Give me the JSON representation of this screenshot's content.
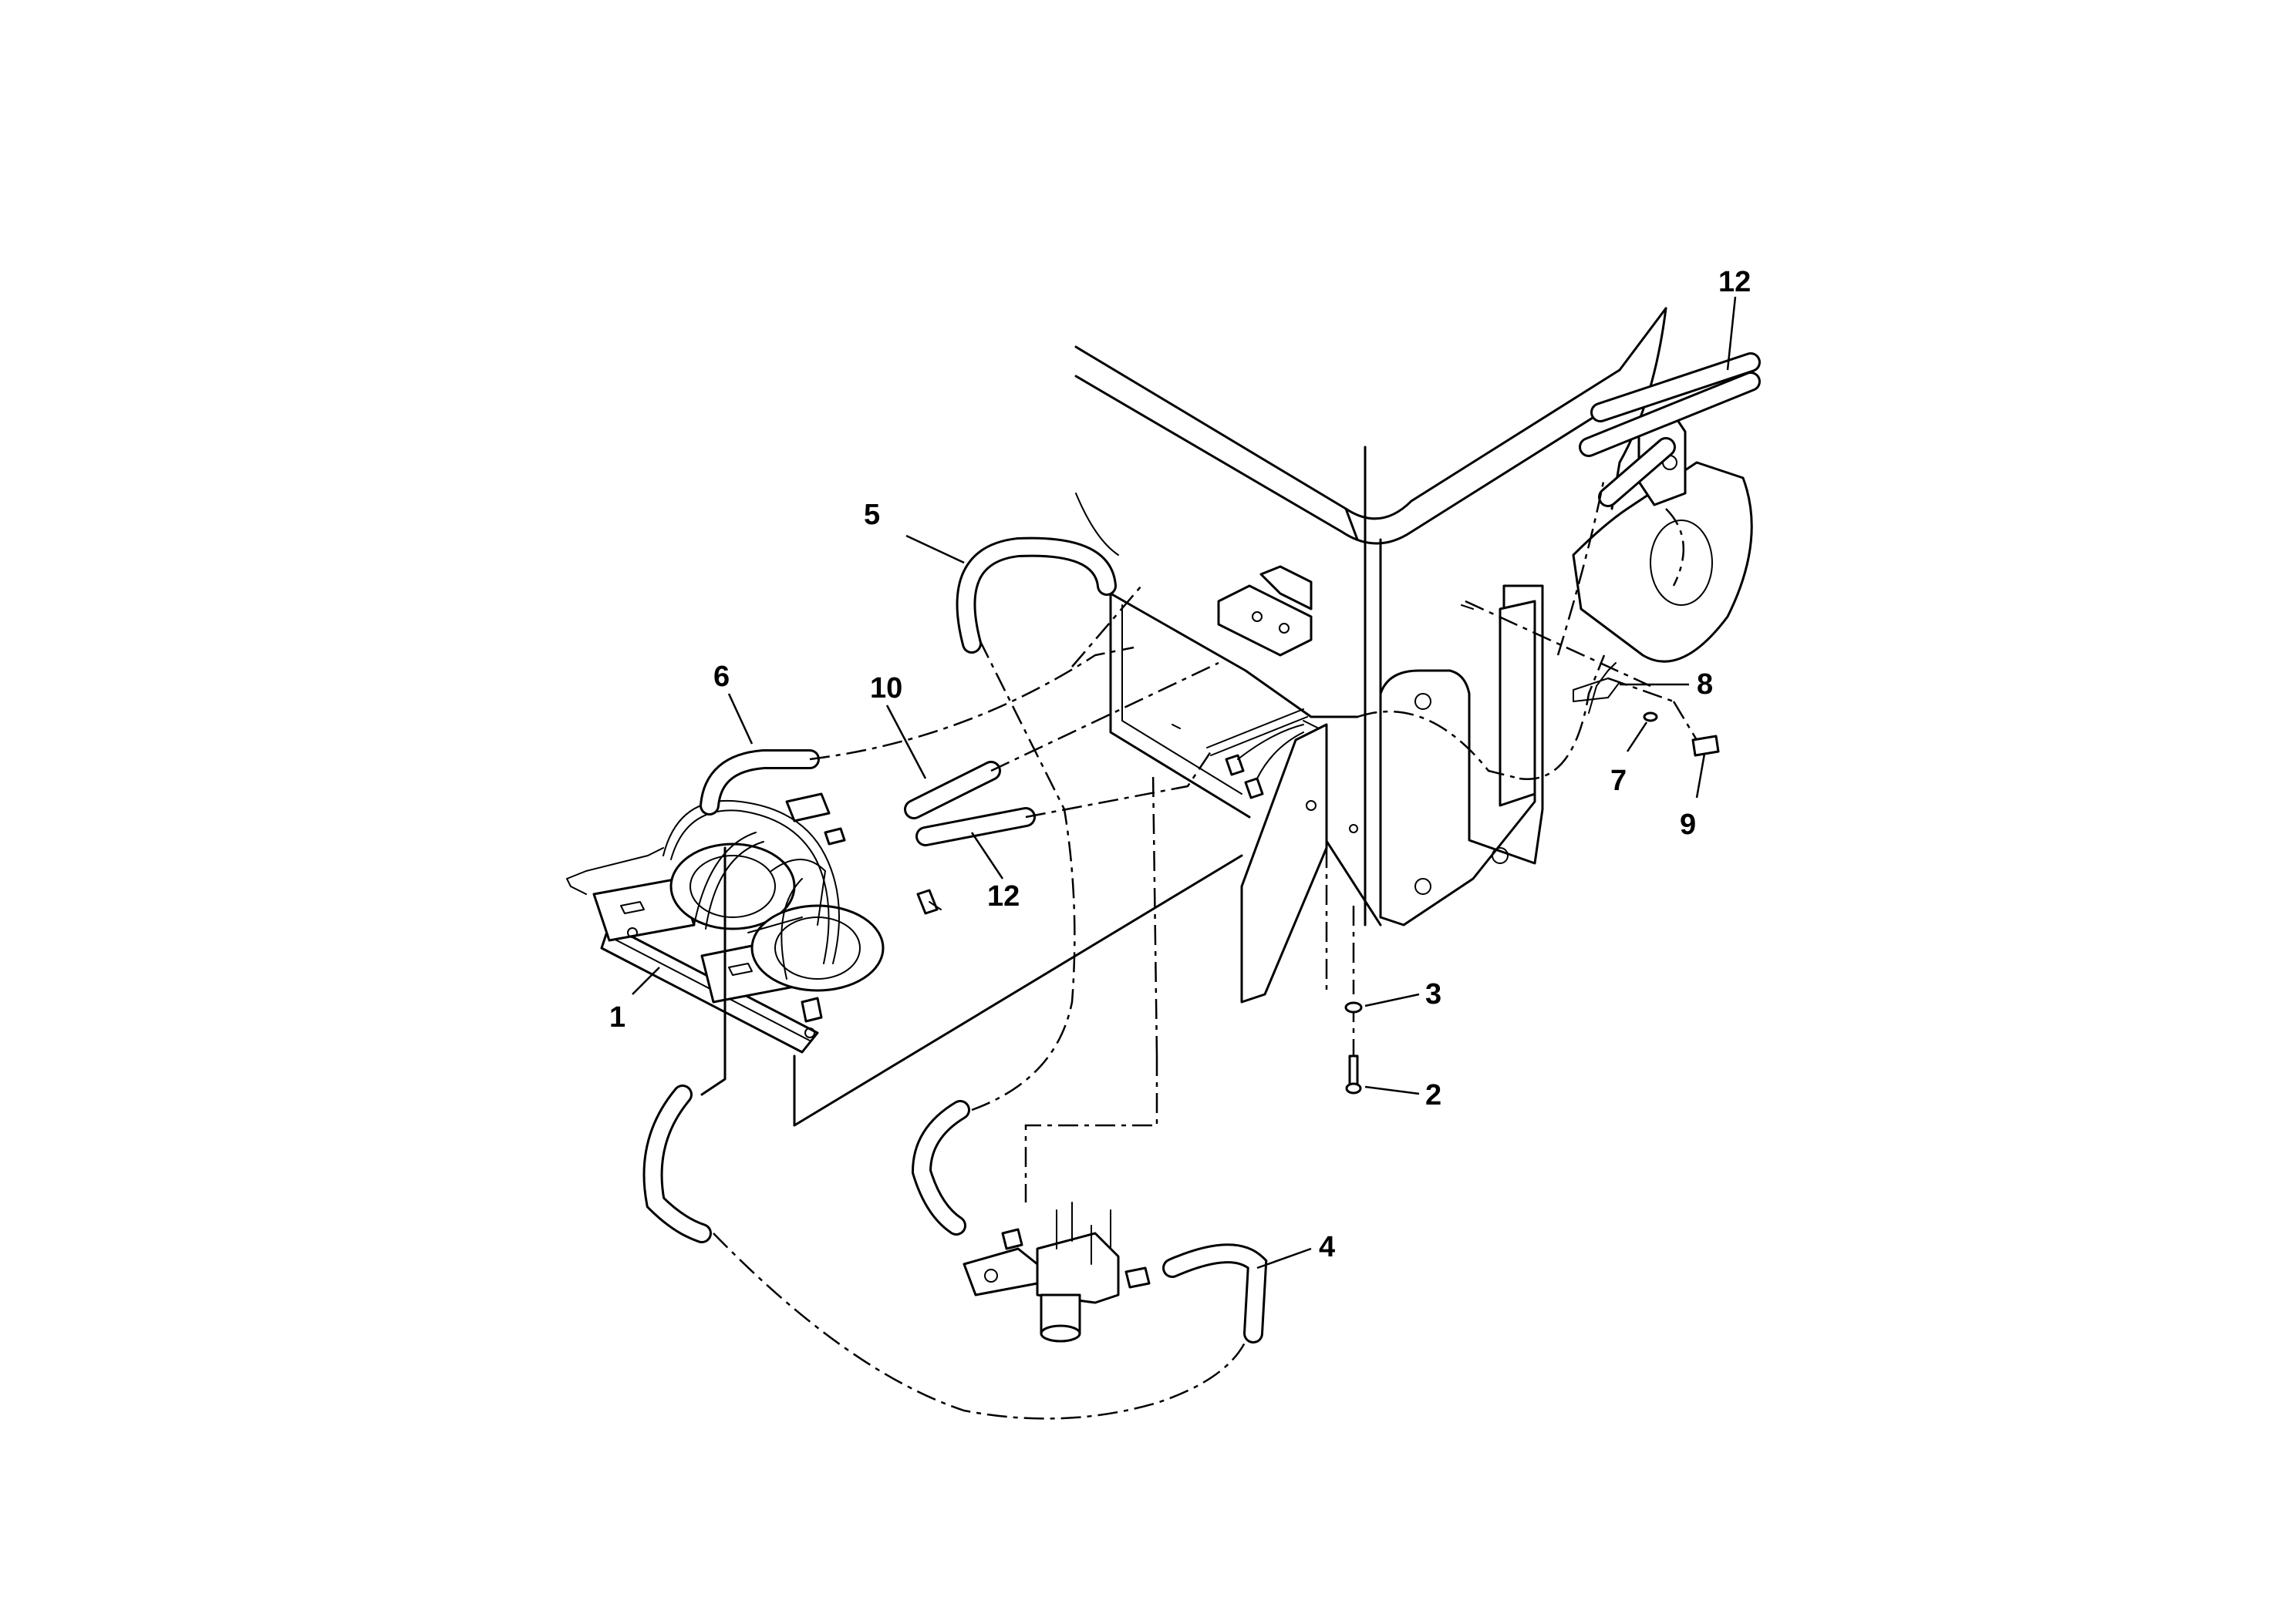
{
  "diagram": {
    "callouts": [
      {
        "id": "c1",
        "text": "1"
      },
      {
        "id": "c2",
        "text": "2"
      },
      {
        "id": "c3",
        "text": "3"
      },
      {
        "id": "c4",
        "text": "4"
      },
      {
        "id": "c5",
        "text": "5"
      },
      {
        "id": "c6",
        "text": "6"
      },
      {
        "id": "c7",
        "text": "7"
      },
      {
        "id": "c8",
        "text": "8"
      },
      {
        "id": "c9",
        "text": "9"
      },
      {
        "id": "c10",
        "text": "10"
      },
      {
        "id": "c12a",
        "text": "12"
      },
      {
        "id": "c12b",
        "text": "12"
      }
    ]
  }
}
